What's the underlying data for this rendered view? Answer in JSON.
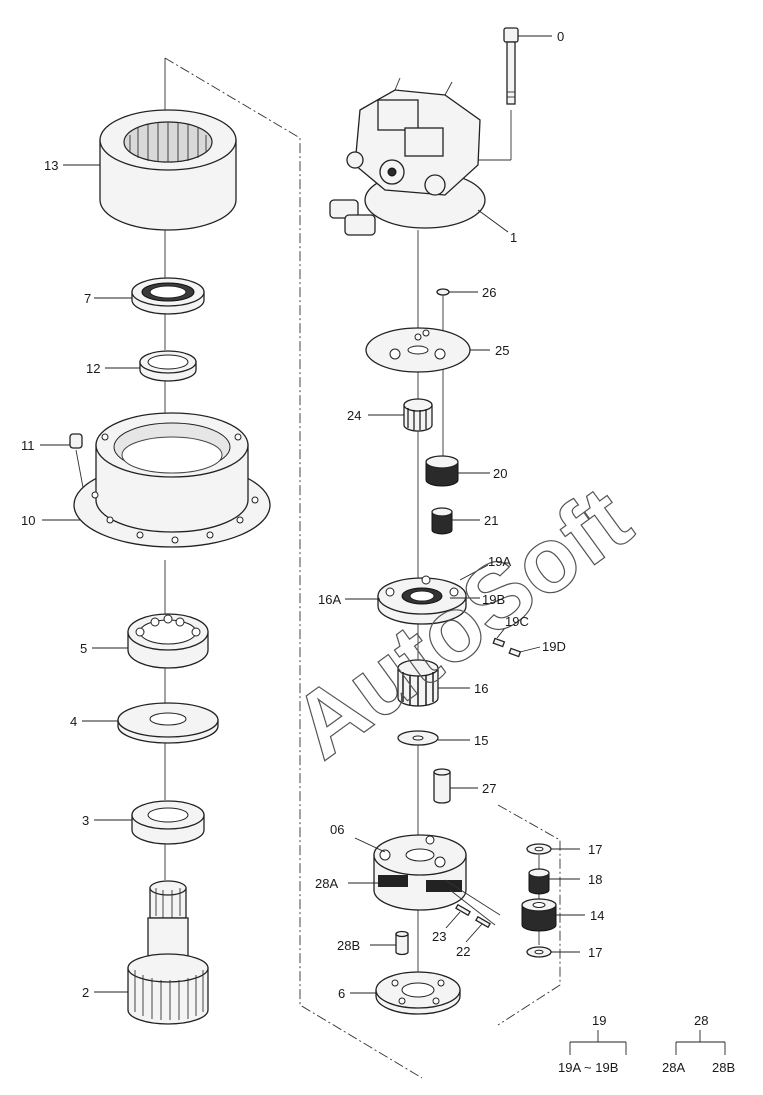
{
  "callouts": {
    "c0": "0",
    "c1": "1",
    "c2": "2",
    "c3": "3",
    "c4": "4",
    "c5": "5",
    "c6": "6",
    "c06": "06",
    "c7": "7",
    "c10": "10",
    "c11": "11",
    "c12": "12",
    "c13": "13",
    "c14": "14",
    "c15": "15",
    "c16": "16",
    "c16a": "16A",
    "c17a": "17",
    "c17b": "17",
    "c18": "18",
    "c19a": "19A",
    "c19b": "19B",
    "c19c": "19C",
    "c19d": "19D",
    "c20": "20",
    "c21": "21",
    "c22": "22",
    "c23": "23",
    "c24": "24",
    "c25": "25",
    "c26": "26",
    "c27": "27",
    "c28a": "28A",
    "c28b": "28B"
  },
  "legend": {
    "group19_parent": "19",
    "group19_range": "19A ~ 19B",
    "group28_parent": "28",
    "group28_first": "28A",
    "group28_second": "28B"
  },
  "watermark": "AutoSoft"
}
